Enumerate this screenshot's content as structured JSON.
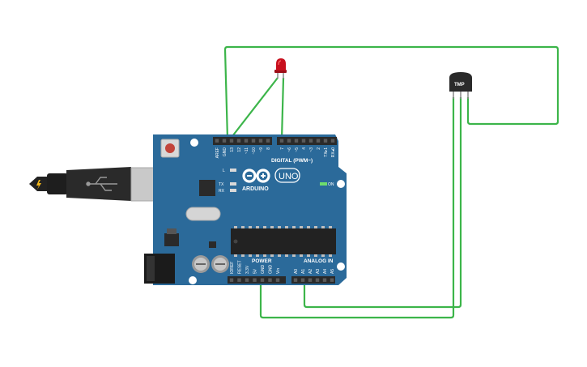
{
  "board": {
    "brand": "ARDUINO",
    "model": "UNO",
    "digital_header_label": "DIGITAL (PWM~)",
    "power_header_label": "POWER",
    "analog_header_label": "ANALOG IN",
    "on_label": "ON",
    "led_labels": [
      "L",
      "TX",
      "RX"
    ],
    "digital_pins": [
      "AREF",
      "GND",
      "13",
      "12",
      "~11",
      "~10",
      "~9",
      "8",
      "7",
      "~6",
      "~5",
      "4",
      "~3",
      "2",
      "TX▸1",
      "RX◂0"
    ],
    "power_pins": [
      "IOREF",
      "RESET",
      "3.3V",
      "5V",
      "GND",
      "GND",
      "Vin"
    ],
    "analog_pins": [
      "A0",
      "A1",
      "A2",
      "A3",
      "A4",
      "A5"
    ],
    "colors": {
      "board": "#2b6a9a",
      "header": "#2a2a2a",
      "wire": "#3cb54a",
      "led": "#c8101e"
    }
  },
  "sensor": {
    "label": "TMP"
  },
  "components": {
    "usb_cable": "usb-cable",
    "led": "red-led",
    "temperature_sensor": "tmp36-sensor"
  }
}
